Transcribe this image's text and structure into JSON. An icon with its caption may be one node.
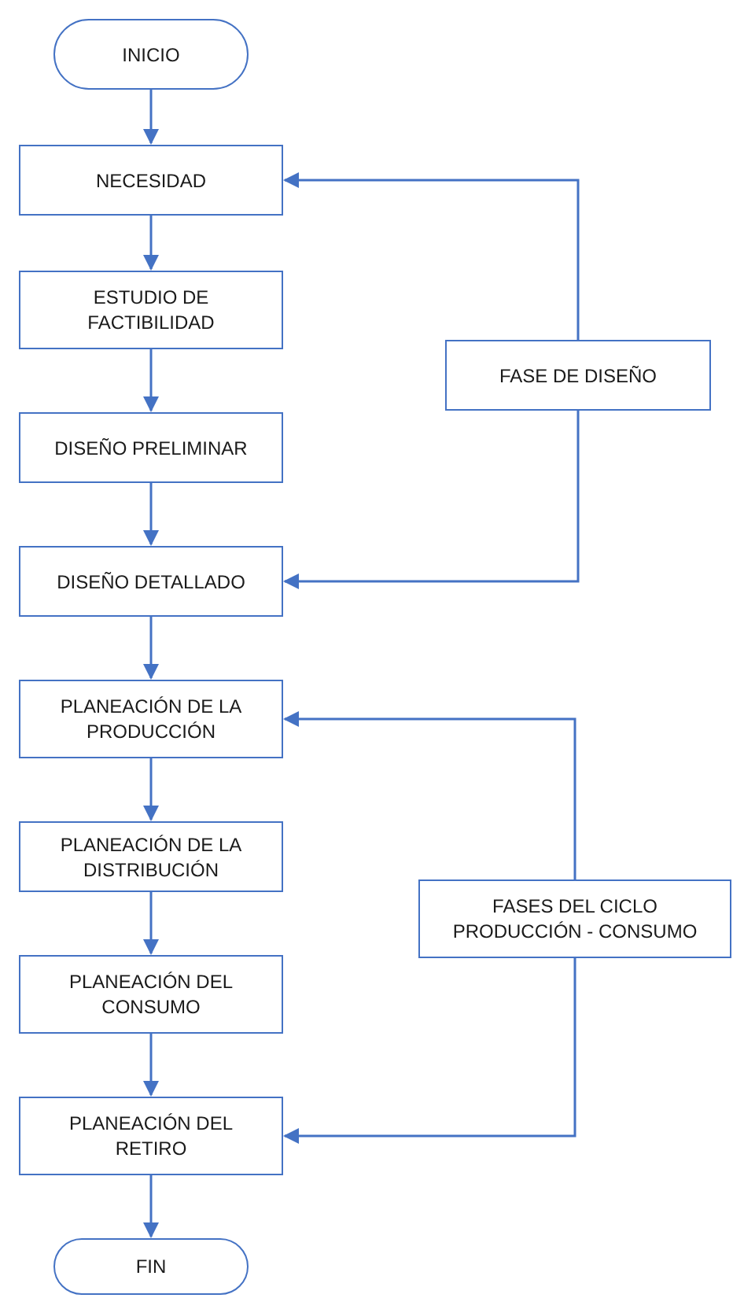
{
  "diagram": {
    "nodes": [
      {
        "text": [
          "INICIO"
        ]
      },
      {
        "text": [
          "NECESIDAD"
        ]
      },
      {
        "text": [
          "ESTUDIO DE FACTIBILIDAD"
        ]
      },
      {
        "text": [
          "FASE DE DISEÑO"
        ]
      },
      {
        "text": [
          "DISEÑO PRELIMINAR"
        ]
      },
      {
        "text": [
          "DISEÑO DETALLADO"
        ]
      },
      {
        "text": [
          "PLANEACIÓN DE LA PRODUCCIÓN"
        ]
      },
      {
        "text": [
          "PLANEACIÓN DE LA DISTRIBUCIÓN"
        ]
      },
      {
        "text": [
          "FASES DEL CICLO PRODUCCIÓN - CONSUMO"
        ]
      },
      {
        "text": [
          "PLANEACIÓN DEL CONSUMO"
        ]
      },
      {
        "text": [
          "PLANEACIÓN DEL RETIRO"
        ]
      },
      {
        "text": [
          "FIN"
        ]
      }
    ],
    "edges": [
      {
        "from": 0,
        "to": 1,
        "arrow": "to"
      },
      {
        "from": 1,
        "to": 2,
        "arrow": "to"
      },
      {
        "from": 2,
        "to": 4,
        "arrow": "to"
      },
      {
        "from": 4,
        "to": 5,
        "arrow": "to"
      },
      {
        "from": 5,
        "to": 6,
        "arrow": "to"
      },
      {
        "from": 6,
        "to": 7,
        "arrow": "to"
      },
      {
        "from": 7,
        "to": 9,
        "arrow": "to"
      },
      {
        "from": 9,
        "to": 10,
        "arrow": "to"
      },
      {
        "from": 10,
        "to": 11,
        "arrow": "to"
      },
      {
        "from": 3,
        "to": 1,
        "arrow": "to"
      },
      {
        "from": 3,
        "to": 5,
        "arrow": "to"
      },
      {
        "from": 8,
        "to": 6,
        "arrow": "to"
      },
      {
        "from": 8,
        "to": 10,
        "arrow": "to"
      }
    ]
  }
}
